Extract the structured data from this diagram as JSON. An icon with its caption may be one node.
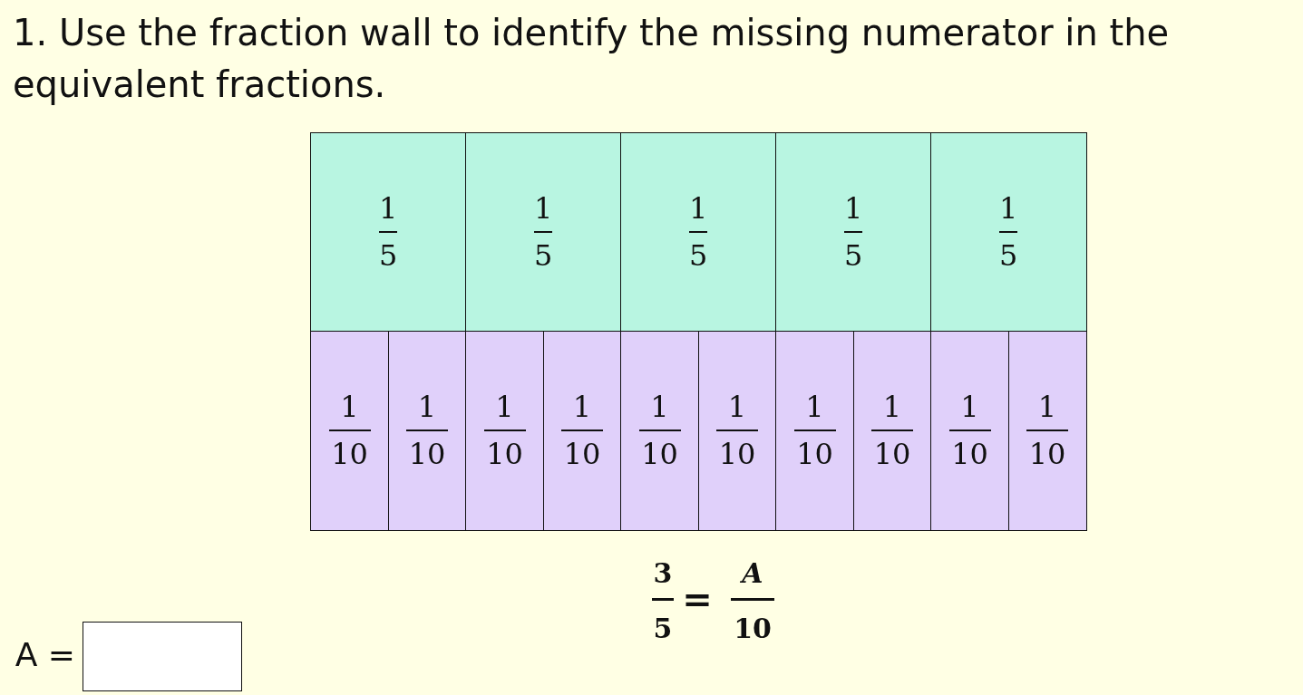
{
  "diagram": {
    "title": "1. Use the fraction wall to identify the missing numerator in the equivalent fractions.",
    "nodes": [
      {
        "text": [
          "1",
          "5"
        ]
      },
      {
        "text": [
          "1",
          "5"
        ]
      },
      {
        "text": [
          "1",
          "5"
        ]
      },
      {
        "text": [
          "1",
          "5"
        ]
      },
      {
        "text": [
          "1",
          "5"
        ]
      },
      {
        "text": [
          "1",
          "10"
        ]
      },
      {
        "text": [
          "1",
          "10"
        ]
      },
      {
        "text": [
          "1",
          "10"
        ]
      },
      {
        "text": [
          "1",
          "10"
        ]
      },
      {
        "text": [
          "1",
          "10"
        ]
      },
      {
        "text": [
          "1",
          "10"
        ]
      },
      {
        "text": [
          "1",
          "10"
        ]
      },
      {
        "text": [
          "1",
          "10"
        ]
      },
      {
        "text": [
          "1",
          "10"
        ]
      },
      {
        "text": [
          "1",
          "10"
        ]
      },
      {
        "text": [],
        "shape": "box",
        "beside": [
          "A ="
        ]
      }
    ],
    "edges": [],
    "labels": [
      "3",
      "5",
      "=",
      "A",
      "10"
    ]
  }
}
